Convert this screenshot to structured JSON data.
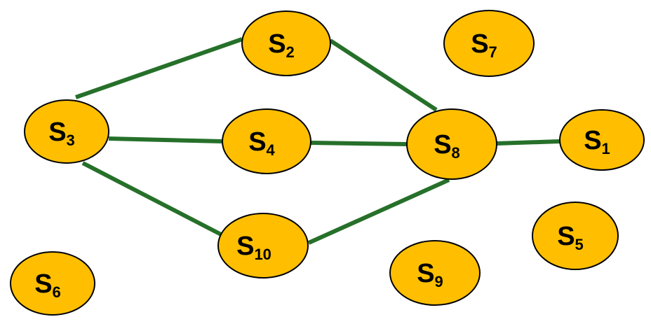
{
  "colors": {
    "node_fill": "#FFBF00",
    "node_stroke": "#000000",
    "edge": "#26702A",
    "label": "#000000",
    "background": "#FFFFFF"
  },
  "nodes": [
    {
      "id": "s1",
      "letter": "S",
      "sub": "1"
    },
    {
      "id": "s2",
      "letter": "S",
      "sub": "2"
    },
    {
      "id": "s3",
      "letter": "S",
      "sub": "3"
    },
    {
      "id": "s4",
      "letter": "S",
      "sub": "4"
    },
    {
      "id": "s5",
      "letter": "S",
      "sub": "5"
    },
    {
      "id": "s6",
      "letter": "S",
      "sub": "6"
    },
    {
      "id": "s7",
      "letter": "S",
      "sub": "7"
    },
    {
      "id": "s8",
      "letter": "S",
      "sub": "8"
    },
    {
      "id": "s9",
      "letter": "S",
      "sub": "9"
    },
    {
      "id": "s10",
      "letter": "S",
      "sub": "10"
    }
  ],
  "edges": [
    {
      "from": "s3",
      "to": "s2"
    },
    {
      "from": "s3",
      "to": "s4"
    },
    {
      "from": "s3",
      "to": "s10"
    },
    {
      "from": "s2",
      "to": "s8"
    },
    {
      "from": "s4",
      "to": "s8"
    },
    {
      "from": "s10",
      "to": "s8"
    },
    {
      "from": "s8",
      "to": "s1"
    }
  ]
}
